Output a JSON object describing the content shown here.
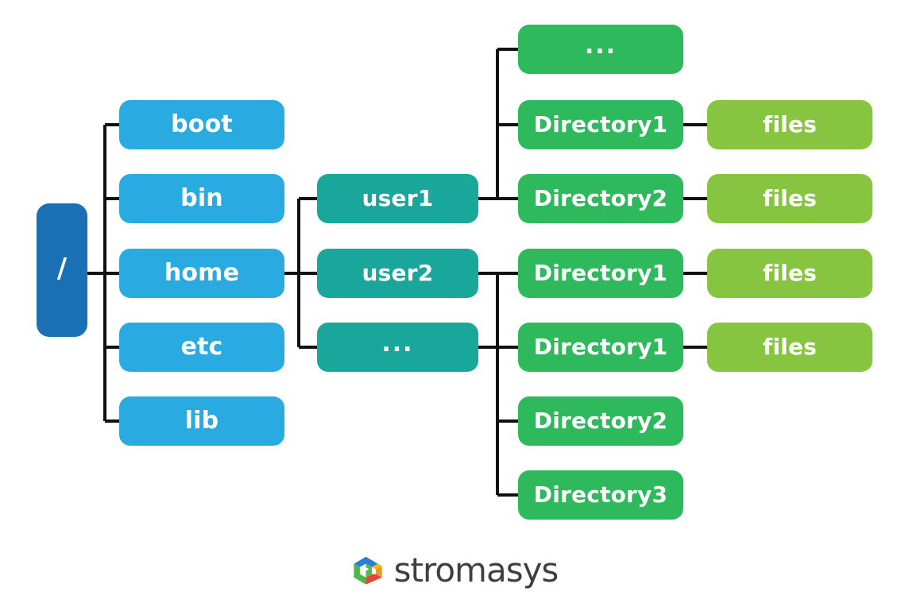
{
  "diagram": {
    "title": "Linux filesystem hierarchy tree",
    "colors": {
      "root": "#1b6fb5",
      "level1": "#29abe2",
      "level2": "#19a79b",
      "level3": "#2fb95d",
      "level4": "#87c540",
      "edge": "#111111",
      "background": "#ffffff",
      "label": "#ffffff"
    },
    "root": {
      "label": "/"
    },
    "level1": [
      {
        "label": "boot"
      },
      {
        "label": "bin"
      },
      {
        "label": "home"
      },
      {
        "label": "etc"
      },
      {
        "label": "lib"
      }
    ],
    "level2": [
      {
        "label": "user1"
      },
      {
        "label": "user2"
      },
      {
        "label": "..."
      }
    ],
    "level3": [
      {
        "label": "..."
      },
      {
        "label": "Directory1"
      },
      {
        "label": "Directory2"
      },
      {
        "label": "Directory1"
      },
      {
        "label": "Directory1"
      },
      {
        "label": "Directory2"
      },
      {
        "label": "Directory3"
      }
    ],
    "level4": [
      {
        "label": "files"
      },
      {
        "label": "files"
      },
      {
        "label": "files"
      },
      {
        "label": "files"
      }
    ]
  },
  "footer": {
    "brand": "stromasys",
    "logo_icon": "stromasys-pinwheel-logo"
  }
}
